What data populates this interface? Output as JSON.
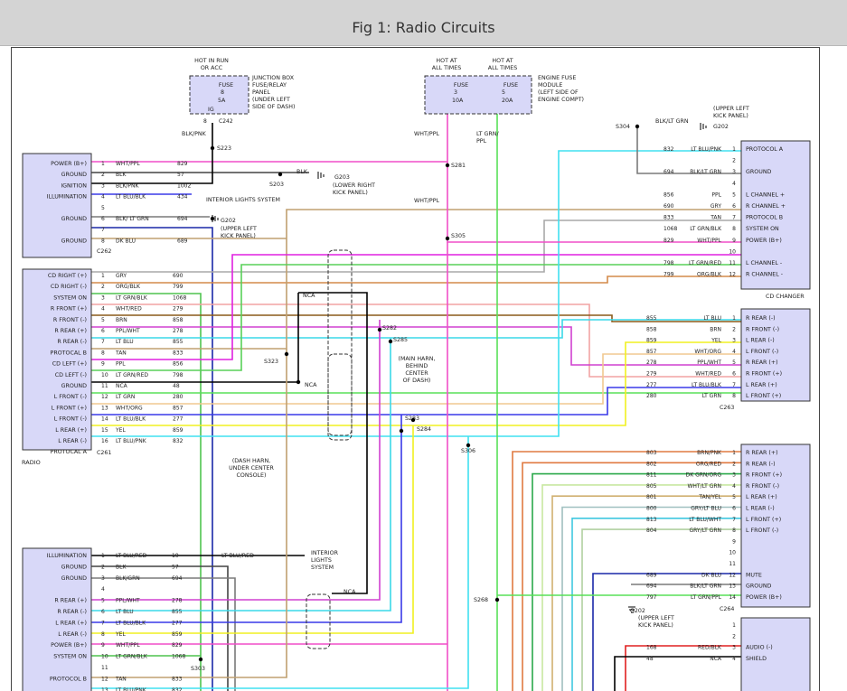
{
  "title": "Fig 1: Radio Circuits",
  "fuse_jb": {
    "hot": [
      "HOT IN RUN",
      "OR ACC"
    ],
    "fuse": "FUSE",
    "num": "8",
    "amp": "5A",
    "ig": "IG",
    "desc": [
      "JUNCTION BOX",
      "FUSE/RELAY",
      "PANEL",
      "(UNDER LEFT",
      "SIDE OF DASH)"
    ],
    "pin": "8",
    "conn": "C242"
  },
  "fuse_ef": {
    "hot1": [
      "HOT AT",
      "ALL TIMES"
    ],
    "hot2": [
      "HOT AT",
      "ALL TIMES"
    ],
    "f1": "FUSE",
    "n1": "3",
    "a1": "10A",
    "f2": "FUSE",
    "n2": "5",
    "a2": "20A",
    "desc": [
      "ENGINE FUSE",
      "MODULE",
      "(LEFT SIDE OF",
      "ENGINE COMPT)"
    ]
  },
  "top_labels": {
    "blk_pnk": "BLK/PNK",
    "s223": "S223",
    "wht_ppl": "WHT/PPL",
    "lt_grn_ppl": [
      "LT GRN/",
      "PPL"
    ],
    "s281": "S281",
    "wht_ppl2": "WHT/PPL",
    "s305": "S305",
    "s304": "S304",
    "blk_lt_grn": "BLK/LT GRN",
    "g202": "G202",
    "g202_desc": [
      "(UPPER LEFT",
      "KICK PANEL)"
    ],
    "s203": "S203",
    "blk": "BLK",
    "g203": "G203",
    "g203_desc": [
      "(LOWER RIGHT",
      "KICK PANEL)"
    ],
    "interior": "INTERIOR LIGHTS SYSTEM",
    "g202b": "G202",
    "g202b_desc": [
      "(UPPER LEFT",
      "KICK PANEL)"
    ],
    "c262": "C262"
  },
  "radio": {
    "label": "RADIO",
    "conn_top": "C262",
    "conn_bot": "C261",
    "top_pins": [
      {
        "name": "POWER (B+)",
        "pin": "1",
        "color": "WHT/PPL",
        "circuit": "829"
      },
      {
        "name": "GROUND",
        "pin": "2",
        "color": "BLK",
        "circuit": "57"
      },
      {
        "name": "IGNITION",
        "pin": "3",
        "color": "BLK/PNK",
        "circuit": "1002"
      },
      {
        "name": "ILLUMINATION",
        "pin": "4",
        "color": "LT BLU/BLK",
        "circuit": "434"
      },
      {
        "name": "",
        "pin": "5",
        "color": "",
        "circuit": ""
      },
      {
        "name": "GROUND",
        "pin": "6",
        "color": "BLK/ LT GRN",
        "circuit": "694"
      },
      {
        "name": "",
        "pin": "7",
        "color": "",
        "circuit": ""
      },
      {
        "name": "GROUND",
        "pin": "8",
        "color": "DK BLU",
        "circuit": "689"
      }
    ],
    "bot_pins": [
      {
        "name": "CD RIGHT (+)",
        "pin": "1",
        "color": "GRY",
        "circuit": "690"
      },
      {
        "name": "CD RIGHT (-)",
        "pin": "2",
        "color": "ORG/BLK",
        "circuit": "799"
      },
      {
        "name": "SYSTEM ON",
        "pin": "3",
        "color": "LT GRN/BLK",
        "circuit": "1068"
      },
      {
        "name": "R FRONT (+)",
        "pin": "4",
        "color": "WHT/RED",
        "circuit": "279"
      },
      {
        "name": "R FRONT (-)",
        "pin": "5",
        "color": "BRN",
        "circuit": "858"
      },
      {
        "name": "R REAR (+)",
        "pin": "6",
        "color": "PPL/WHT",
        "circuit": "278"
      },
      {
        "name": "R REAR (-)",
        "pin": "7",
        "color": "LT BLU",
        "circuit": "855"
      },
      {
        "name": "PROTOCAL B",
        "pin": "8",
        "color": "TAN",
        "circuit": "833"
      },
      {
        "name": "CD LEFT (+)",
        "pin": "9",
        "color": "PPL",
        "circuit": "856"
      },
      {
        "name": "CD LEFT (-)",
        "pin": "10",
        "color": "LT GRN/RED",
        "circuit": "798"
      },
      {
        "name": "GROUND",
        "pin": "11",
        "color": "NCA",
        "circuit": "48"
      },
      {
        "name": "L FRONT (-)",
        "pin": "12",
        "color": "LT GRN",
        "circuit": "280"
      },
      {
        "name": "L FRONT (+)",
        "pin": "13",
        "color": "WHT/ORG",
        "circuit": "857"
      },
      {
        "name": "L FRONT (-)",
        "pin": "14",
        "color": "LT BLU/BLK",
        "circuit": "277"
      },
      {
        "name": "L REAR (+)",
        "pin": "15",
        "color": "YEL",
        "circuit": "859"
      },
      {
        "name": "L REAR (-)",
        "pin": "16",
        "color": "LT BLU/PNK",
        "circuit": "832"
      },
      {
        "name": "PROTOCAL A",
        "pin": "",
        "color": "",
        "circuit": ""
      }
    ]
  },
  "cd_changer": {
    "label": "CD CHANGER",
    "pins": [
      {
        "name": "PROTOCOL A",
        "pin": "1",
        "color": "LT BLU/PNK",
        "circuit": "832"
      },
      {
        "name": "",
        "pin": "2",
        "color": "",
        "circuit": ""
      },
      {
        "name": "GROUND",
        "pin": "3",
        "color": "BLK/LT GRN",
        "circuit": "694"
      },
      {
        "name": "",
        "pin": "4",
        "color": "",
        "circuit": ""
      },
      {
        "name": "L CHANNEL +",
        "pin": "5",
        "color": "PPL",
        "circuit": "856"
      },
      {
        "name": "R CHANNEL +",
        "pin": "6",
        "color": "GRY",
        "circuit": "690"
      },
      {
        "name": "PROTOCOL B",
        "pin": "7",
        "color": "TAN",
        "circuit": "833"
      },
      {
        "name": "SYSTEM ON",
        "pin": "8",
        "color": "LT GRN/BLK",
        "circuit": "1068"
      },
      {
        "name": "POWER (B+)",
        "pin": "9",
        "color": "WHT/PPL",
        "circuit": "829"
      },
      {
        "name": "",
        "pin": "10",
        "color": "",
        "circuit": ""
      },
      {
        "name": "L CHANNEL -",
        "pin": "11",
        "color": "LT GRN/RED",
        "circuit": "798"
      },
      {
        "name": "R CHANNEL -",
        "pin": "12",
        "color": "ORG/BLK",
        "circuit": "799"
      }
    ]
  },
  "amp_top": {
    "conn": "C263",
    "pins": [
      {
        "name": "R REAR (-)",
        "pin": "1",
        "color": "LT BLU",
        "circuit": "855"
      },
      {
        "name": "R FRONT (-)",
        "pin": "2",
        "color": "BRN",
        "circuit": "858"
      },
      {
        "name": "L REAR (-)",
        "pin": "3",
        "color": "YEL",
        "circuit": "859"
      },
      {
        "name": "L FRONT (-)",
        "pin": "4",
        "color": "WHT/ORG",
        "circuit": "857"
      },
      {
        "name": "R REAR (+)",
        "pin": "5",
        "color": "PPL/WHT",
        "circuit": "278"
      },
      {
        "name": "R FRONT (+)",
        "pin": "6",
        "color": "WHT/RED",
        "circuit": "279"
      },
      {
        "name": "L REAR (+)",
        "pin": "7",
        "color": "LT BLU/BLK",
        "circuit": "277"
      },
      {
        "name": "L FRONT (+)",
        "pin": "8",
        "color": "LT GRN",
        "circuit": "280"
      }
    ]
  },
  "amp_bot": {
    "conn": "C264",
    "pins": [
      {
        "name": "R REAR (+)",
        "pin": "1",
        "color": "BRN/PNK",
        "circuit": "803"
      },
      {
        "name": "R REAR (-)",
        "pin": "2",
        "color": "ORG/RED",
        "circuit": "802"
      },
      {
        "name": "R FRONT (+)",
        "pin": "3",
        "color": "DK GRN/ORG",
        "circuit": "811"
      },
      {
        "name": "R FRONT (-)",
        "pin": "4",
        "color": "WHT/LT GRN",
        "circuit": "805"
      },
      {
        "name": "L REAR (+)",
        "pin": "5",
        "color": "TAN/YEL",
        "circuit": "801"
      },
      {
        "name": "L REAR (-)",
        "pin": "6",
        "color": "GRY/LT BLU",
        "circuit": "800"
      },
      {
        "name": "L FRONT (+)",
        "pin": "7",
        "color": "LT BLU/WHT",
        "circuit": "813"
      },
      {
        "name": "L FRONT (-)",
        "pin": "8",
        "color": "GRY/LT GRN",
        "circuit": "804"
      },
      {
        "name": "",
        "pin": "9",
        "color": "",
        "circuit": ""
      },
      {
        "name": "",
        "pin": "10",
        "color": "",
        "circuit": ""
      },
      {
        "name": "",
        "pin": "11",
        "color": "",
        "circuit": ""
      },
      {
        "name": "MUTE",
        "pin": "12",
        "color": "DK BLU",
        "circuit": "689"
      },
      {
        "name": "GROUND",
        "pin": "13",
        "color": "BLK/LT GRN",
        "circuit": "694"
      },
      {
        "name": "POWER (B+)",
        "pin": "14",
        "color": "LT GRN/PPL",
        "circuit": "797"
      }
    ],
    "g202": "G202",
    "g202_desc": [
      "(UPPER LEFT",
      "KICK PANEL)"
    ],
    "s268": "S268"
  },
  "amp_bot2": {
    "pins": [
      {
        "name": "",
        "pin": "1",
        "color": "",
        "circuit": ""
      },
      {
        "name": "",
        "pin": "2",
        "color": "",
        "circuit": ""
      },
      {
        "name": "AUDIO (-)",
        "pin": "3",
        "color": "RED/BLK",
        "circuit": "168"
      },
      {
        "name": "SHIELD",
        "pin": "4",
        "color": "NCA",
        "circuit": "48"
      }
    ]
  },
  "rear_unit": {
    "pins": [
      {
        "name": "ILLUMINATION",
        "pin": "1",
        "color": "LT BLU/RED",
        "circuit": "19"
      },
      {
        "name": "GROUND",
        "pin": "2",
        "color": "BLK",
        "circuit": "57"
      },
      {
        "name": "GROUND",
        "pin": "3",
        "color": "BLK/GRN",
        "circuit": "694"
      },
      {
        "name": "",
        "pin": "4",
        "color": "",
        "circuit": ""
      },
      {
        "name": "R REAR (+)",
        "pin": "5",
        "color": "PPL/WHT",
        "circuit": "278"
      },
      {
        "name": "R REAR (-)",
        "pin": "6",
        "color": "LT BLU",
        "circuit": "855"
      },
      {
        "name": "L REAR (+)",
        "pin": "7",
        "color": "LT BLU/BLK",
        "circuit": "277"
      },
      {
        "name": "L REAR (-)",
        "pin": "8",
        "color": "YEL",
        "circuit": "859"
      },
      {
        "name": "POWER (B+)",
        "pin": "9",
        "color": "WHT/PPL",
        "circuit": "829"
      },
      {
        "name": "SYSTEM ON",
        "pin": "10",
        "color": "LT GRN/BLK",
        "circuit": "1068"
      },
      {
        "name": "",
        "pin": "11",
        "color": "",
        "circuit": ""
      },
      {
        "name": "PROTOCOL B",
        "pin": "12",
        "color": "TAN",
        "circuit": "833"
      },
      {
        "name": "",
        "pin": "13",
        "color": "LT BLU/PNK",
        "circuit": "832"
      }
    ],
    "lt_blu_red": "LT BLU/RED",
    "interior": [
      "INTERIOR",
      "LIGHTS",
      "SYSTEM"
    ],
    "s303": "S303",
    "nca": "NCA"
  },
  "splices": {
    "nca1": "NCA",
    "nca2": "NCA",
    "s282": "S282",
    "s285": "S285",
    "s323": "S323",
    "s283": "S283",
    "s284": "S284",
    "s306": "S306",
    "main_harn": [
      "(MAIN HARN,",
      "BEHIND",
      "CENTER",
      "OF DASH)"
    ],
    "dash_harn": [
      "(DASH HARN,",
      "UNDER CENTER",
      "CONSOLE)"
    ]
  },
  "wire_colors": {
    "wht_ppl": "#f04fc8",
    "blk": "#000000",
    "blk_pnk": "#000000",
    "lt_blu_blk": "#3a3ae8",
    "blk_lt_grn": "#7a7a7a",
    "dk_blu": "#1a28a8",
    "gry": "#a8a8a8",
    "org_blk": "#d48a4a",
    "lt_grn_blk": "#4fc44f",
    "wht_red": "#f2a3a3",
    "brn": "#8a5a1a",
    "ppl_wht": "#d040d0",
    "lt_blu": "#3ad8e8",
    "tan": "#c0a070",
    "ppl": "#e020e0",
    "lt_grn_red": "#58d058",
    "lt_grn": "#58e058",
    "wht_org": "#f0c890",
    "yel": "#f0f020",
    "lt_blu_pnk": "#40e0f0",
    "box": "#d8d8f8",
    "border": "#333"
  }
}
